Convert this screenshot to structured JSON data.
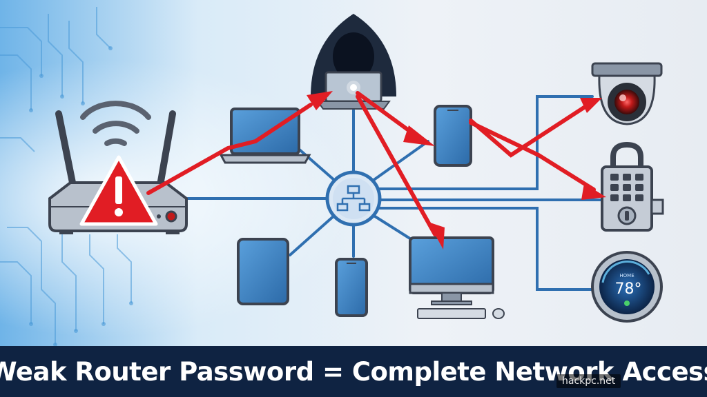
{
  "banner": {
    "title": "Weak Router Password = Complete Network Access"
  },
  "watermark": "hackpc.net",
  "thermostat": {
    "temperature": "78°",
    "label": "HOME"
  },
  "colors": {
    "banner_bg": "#0f2342",
    "attack_arrow": "#e11d24",
    "network_line": "#2f6fb0",
    "device_fill": "#3d86c6",
    "warning_red": "#e11d24"
  },
  "icons": [
    "router-icon",
    "warning-icon",
    "hacker-icon",
    "laptop-icon",
    "phone-icon",
    "tablet-icon",
    "desktop-icon",
    "network-hub-icon",
    "security-camera-icon",
    "smart-lock-icon",
    "thermostat-icon"
  ]
}
